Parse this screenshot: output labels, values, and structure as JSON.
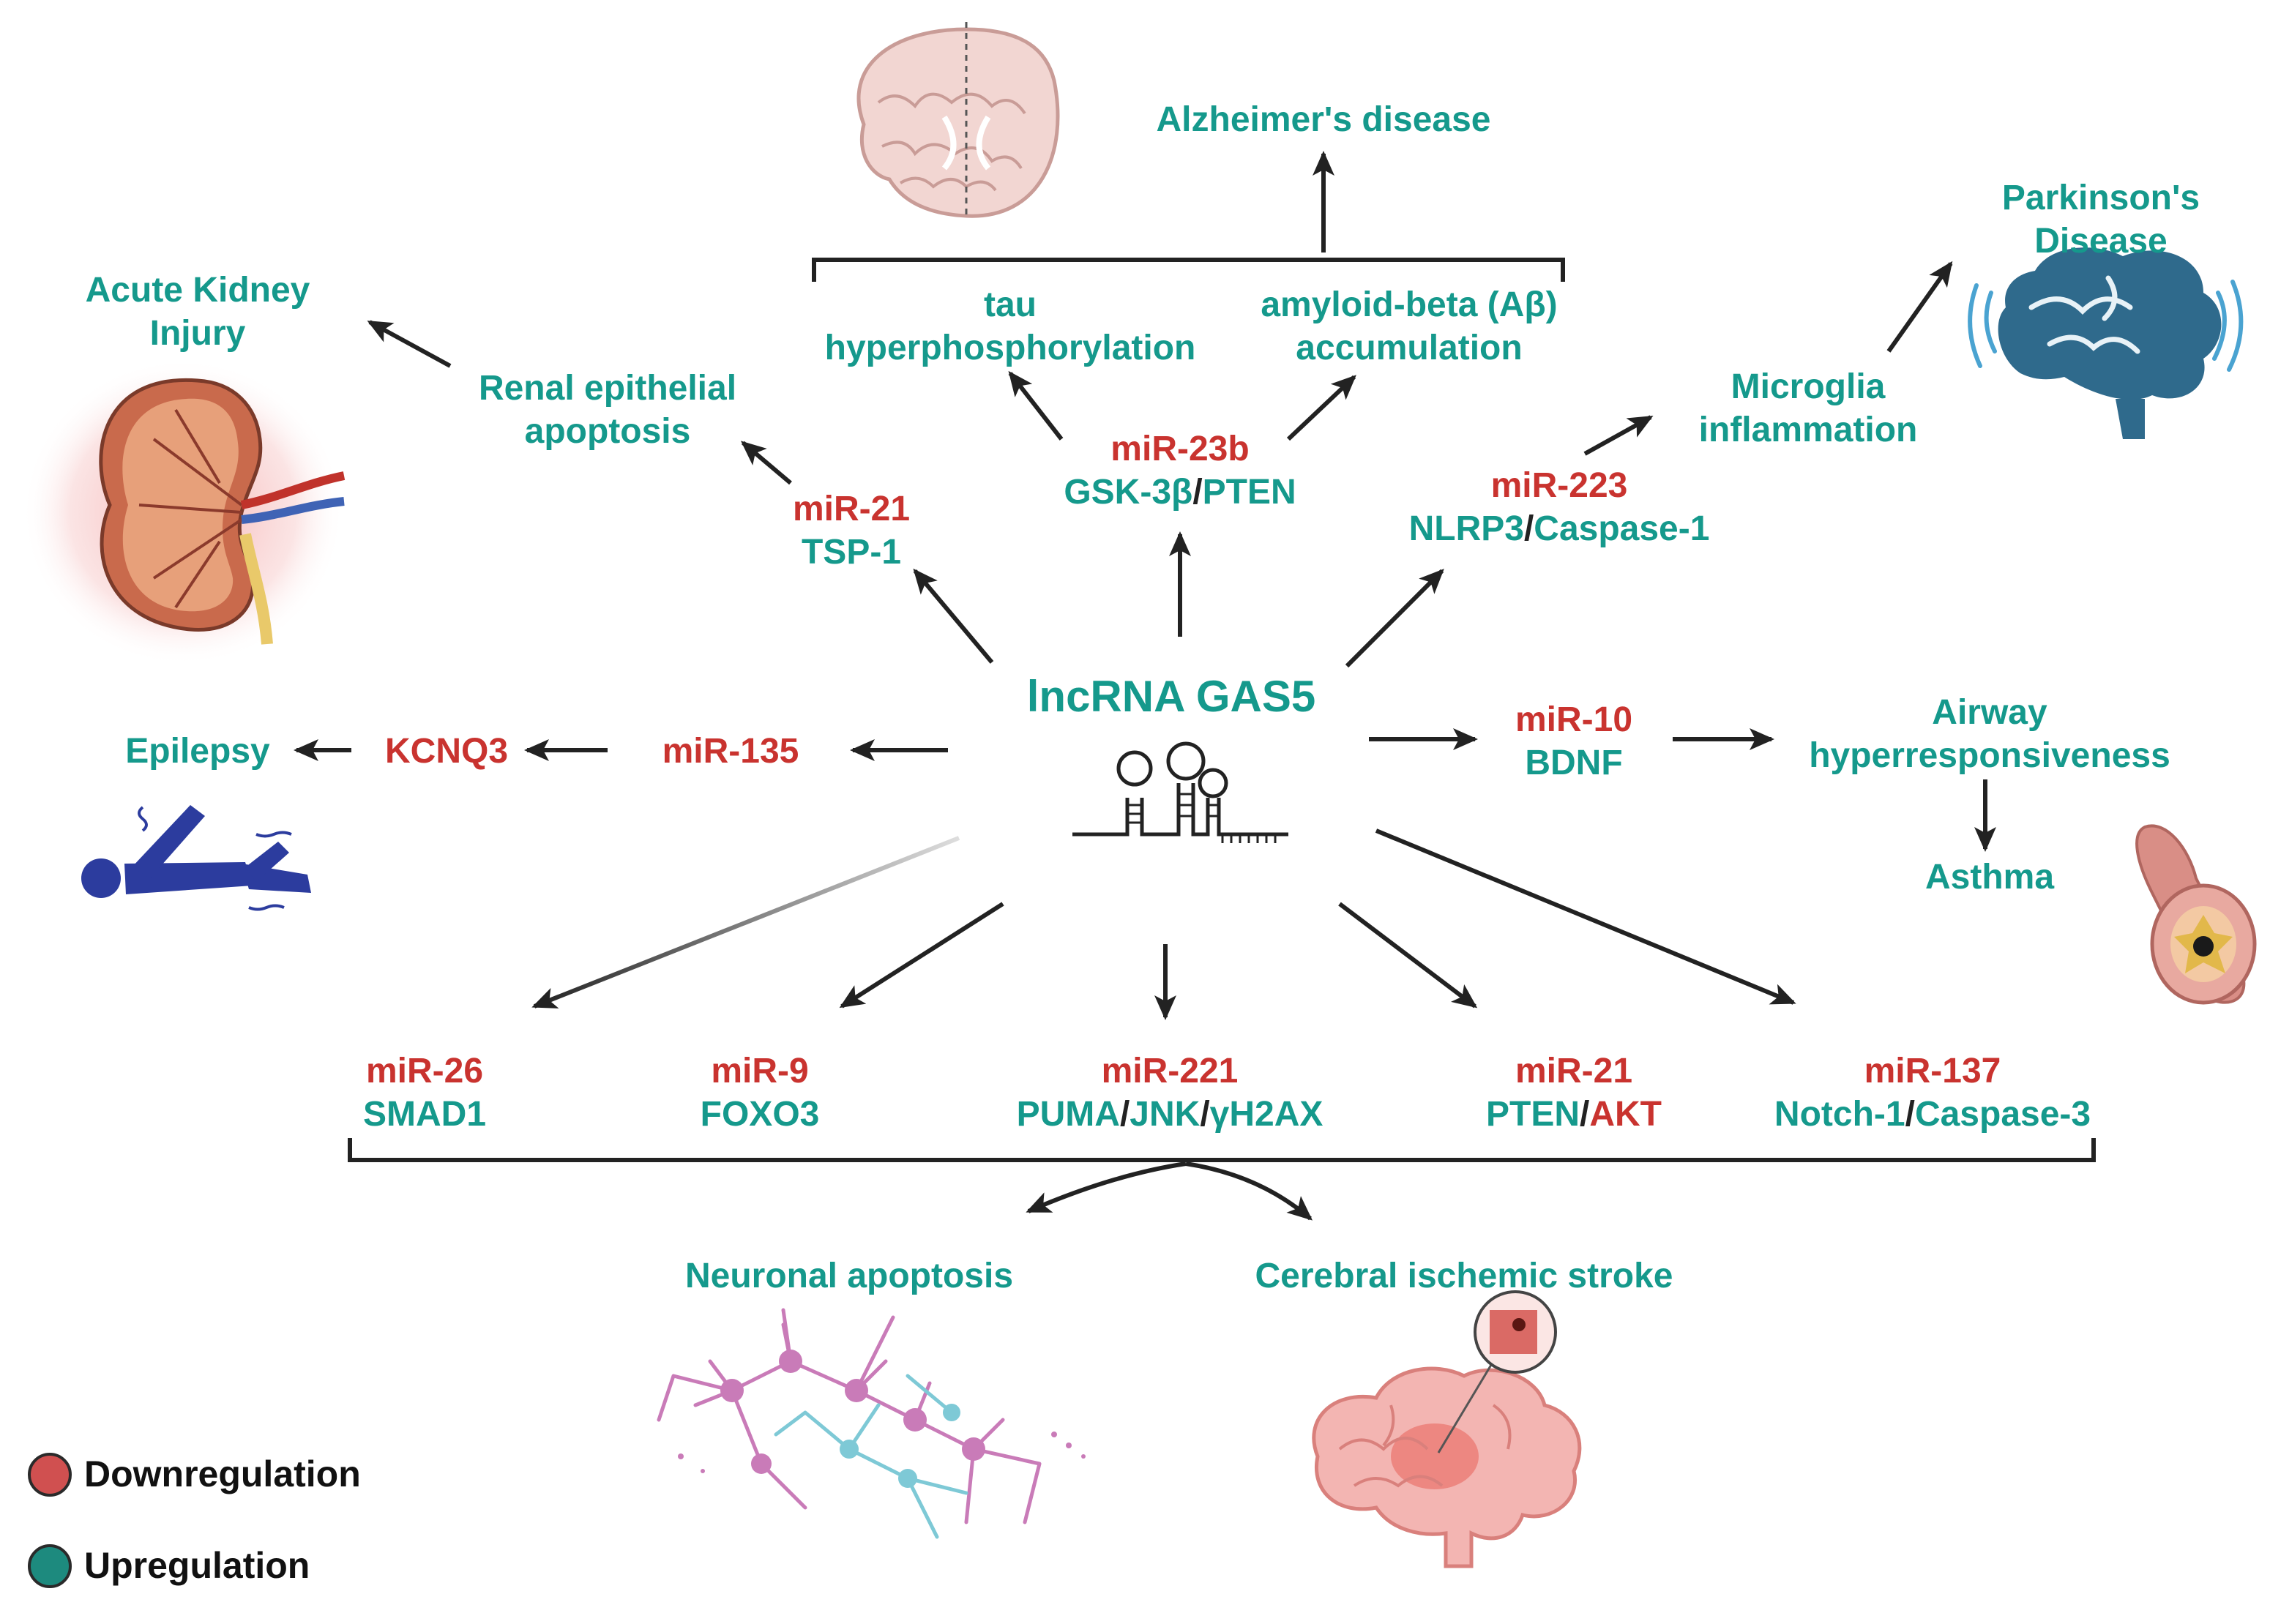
{
  "center": {
    "title": "lncRNA GAS5"
  },
  "colors": {
    "up": "#15998c",
    "down": "#c9332f",
    "arrow": "#222222"
  },
  "alzheimers": {
    "disease": "Alzheimer's disease",
    "outcome1": [
      "tau",
      "hyperphosphorylation"
    ],
    "outcome2": [
      "amyloid-beta (Aβ)",
      "accumulation"
    ],
    "mir": "miR-23b",
    "targets": [
      "GSK-3β",
      "PTEN"
    ]
  },
  "kidney": {
    "disease": [
      "Acute Kidney",
      "Injury"
    ],
    "outcome": [
      "Renal epithelial",
      "apoptosis"
    ],
    "mir": "miR-21",
    "target": "TSP-1"
  },
  "parkinsons": {
    "disease": [
      "Parkinson's",
      "Disease"
    ],
    "outcome": [
      "Microglia",
      "inflammation"
    ],
    "mir": "miR-223",
    "targets": [
      "NLRP3",
      "Caspase-1"
    ]
  },
  "epilepsy": {
    "disease": "Epilepsy",
    "target": "KCNQ3",
    "mir": "miR-135"
  },
  "asthma": {
    "mir": "miR-10",
    "target": "BDNF",
    "outcome": [
      "Airway",
      "hyperresponsiveness"
    ],
    "disease": "Asthma"
  },
  "bottom": {
    "items": [
      {
        "mir": "miR-26",
        "targets": [
          {
            "t": "SMAD1",
            "c": "up"
          }
        ]
      },
      {
        "mir": "miR-9",
        "targets": [
          {
            "t": "FOXO3",
            "c": "up"
          }
        ]
      },
      {
        "mir": "miR-221",
        "targets": [
          {
            "t": "PUMA",
            "c": "up"
          },
          {
            "t": "JNK",
            "c": "up"
          },
          {
            "t": "γH2AX",
            "c": "up"
          }
        ]
      },
      {
        "mir": "miR-21",
        "targets": [
          {
            "t": "PTEN",
            "c": "up"
          },
          {
            "t": "AKT",
            "c": "down"
          }
        ]
      },
      {
        "mir": "miR-137",
        "targets": [
          {
            "t": "Notch-1",
            "c": "up"
          },
          {
            "t": "Caspase-3",
            "c": "up"
          }
        ]
      }
    ],
    "outcome1": "Neuronal apoptosis",
    "outcome2": "Cerebral ischemic stroke"
  },
  "legend": {
    "down": "Downregulation",
    "up": "Upregulation"
  },
  "icons": [
    "brain-section-icon",
    "kidney-icon",
    "parkinson-brain-icon",
    "seizure-person-icon",
    "rna-hairpin-icon",
    "airway-icon",
    "neurons-icon",
    "stroke-brain-icon"
  ]
}
